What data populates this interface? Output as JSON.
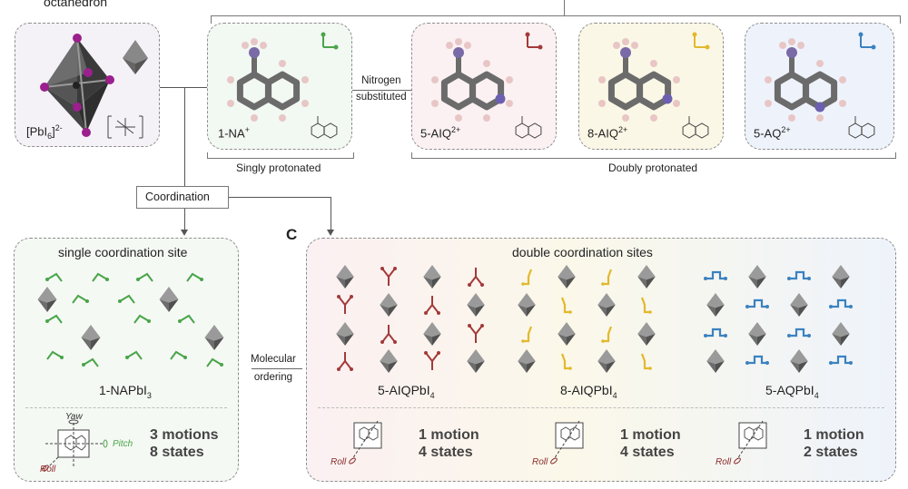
{
  "top_fragment": "octahedron",
  "pbi6": {
    "formula": "[PbI",
    "sub": "6",
    "charge": "2-"
  },
  "molecules": [
    {
      "id": "1-na",
      "base": "1-NA",
      "charge": "+",
      "color": "#4aa54a"
    },
    {
      "id": "5-aiq",
      "base": "5-AIQ",
      "charge": "2+",
      "color": "#a33a3a"
    },
    {
      "id": "8-aiq",
      "base": "8-AIQ",
      "charge": "2+",
      "color": "#e2b92c"
    },
    {
      "id": "5-aq",
      "base": "5-AQ",
      "charge": "2+",
      "color": "#3b82c0"
    }
  ],
  "nitrogen_label": [
    "Nitrogen",
    "substituted"
  ],
  "singly_label": "Singly protonated",
  "doubly_label": "Doubly protonated",
  "coordination_label": "Coordination",
  "panel_c_letter": "C",
  "molecular_ordering": [
    "Molecular",
    "ordering"
  ],
  "single_site_title": "single coordination site",
  "double_sites_title": "double coordination sites",
  "compounds": [
    {
      "id": "1-napbi3",
      "base": "1-NAPbI",
      "sub": "3"
    },
    {
      "id": "5-aiqpbi4",
      "base": "5-AIQPbI",
      "sub": "4"
    },
    {
      "id": "8-aiqpbi4",
      "base": "8-AIQPbI",
      "sub": "4"
    },
    {
      "id": "5-aqpbi4",
      "base": "5-AQPbI",
      "sub": "4"
    }
  ],
  "motions": [
    {
      "motions": "3 motions",
      "states": "8 states"
    },
    {
      "motions": "1 motion",
      "states": "4 states"
    },
    {
      "motions": "1 motion",
      "states": "4 states"
    },
    {
      "motions": "1 motion",
      "states": "2 states"
    }
  ],
  "axes": {
    "yaw": "Yaw",
    "pitch": "Pitch",
    "roll": "Roll"
  }
}
